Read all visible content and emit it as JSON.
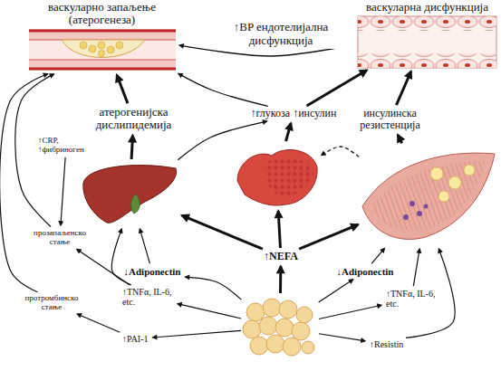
{
  "diagram": {
    "nodes": [
      {
        "text": [
          "васкуларно запаљење (атерогенеза)"
        ]
      },
      {
        "text": [
          "васкуларна дисфункција"
        ]
      },
      {
        "text": [
          "атерогенијска дислипидемија"
        ]
      },
      {
        "text": [
          "↑глукоза ↑инсулин"
        ]
      },
      {
        "text": [
          "инсулинска резистенција"
        ]
      },
      {
        "text": [
          "↑CRP, ↑фибриноген"
        ]
      },
      {
        "text": []
      },
      {
        "text": []
      },
      {
        "text": []
      },
      {
        "text": [
          "прозапаљенско стање"
        ]
      },
      {
        "text": [
          "↓Adiponectin"
        ]
      },
      {
        "text": [
          "↑NEFA"
        ]
      },
      {
        "text": [
          "↓Adiponectin"
        ]
      },
      {
        "text": [
          "↑TNFα, IL-6, etc."
        ]
      },
      {
        "text": [
          "↑TNFα, IL-6, etc."
        ]
      },
      {
        "text": [
          "протромбинско стање"
        ]
      },
      {
        "text": []
      },
      {
        "text": [
          "↑PAI-1"
        ]
      },
      {
        "text": [
          "↑Resistin"
        ]
      }
    ],
    "edges": [
      {
        "from": 1,
        "to": 0,
        "arrow": "to",
        "label": "↑BP ендотелијална дисфункција"
      },
      {
        "from": 2,
        "to": 0,
        "arrow": "to"
      },
      {
        "from": 6,
        "to": 2,
        "arrow": "to"
      },
      {
        "from": 7,
        "to": 3,
        "arrow": "to"
      },
      {
        "from": 8,
        "to": 4,
        "arrow": "to"
      },
      {
        "from": 3,
        "to": 1,
        "arrow": "to"
      },
      {
        "from": 4,
        "to": 1,
        "arrow": "to"
      },
      {
        "from": 3,
        "to": 0,
        "arrow": "to"
      },
      {
        "from": 6,
        "to": 3,
        "arrow": "to"
      },
      {
        "from": 8,
        "to": 7,
        "arrow": "to"
      },
      {
        "from": 16,
        "to": 11,
        "arrow": "to"
      },
      {
        "from": 11,
        "to": 6,
        "arrow": "to"
      },
      {
        "from": 11,
        "to": 7,
        "arrow": "to"
      },
      {
        "from": 11,
        "to": 8,
        "arrow": "to"
      },
      {
        "from": 16,
        "to": 10,
        "arrow": "to"
      },
      {
        "from": 16,
        "to": 13,
        "arrow": "to"
      },
      {
        "from": 16,
        "to": 17,
        "arrow": "to"
      },
      {
        "from": 16,
        "to": 12,
        "arrow": "to"
      },
      {
        "from": 16,
        "to": 14,
        "arrow": "to"
      },
      {
        "from": 16,
        "to": 18,
        "arrow": "to"
      },
      {
        "from": 10,
        "to": 6,
        "arrow": "to"
      },
      {
        "from": 13,
        "to": 6,
        "arrow": "to"
      },
      {
        "from": 12,
        "to": 8,
        "arrow": "to"
      },
      {
        "from": 14,
        "to": 8,
        "arrow": "to"
      },
      {
        "from": 18,
        "to": 8,
        "arrow": "to"
      },
      {
        "from": 13,
        "to": 9,
        "arrow": "to"
      },
      {
        "from": 17,
        "to": 15,
        "arrow": "to"
      },
      {
        "from": 9,
        "to": 0,
        "arrow": "to"
      },
      {
        "from": 15,
        "to": 0,
        "arrow": "to"
      },
      {
        "from": 5,
        "to": 9,
        "arrow": "to"
      }
    ]
  }
}
